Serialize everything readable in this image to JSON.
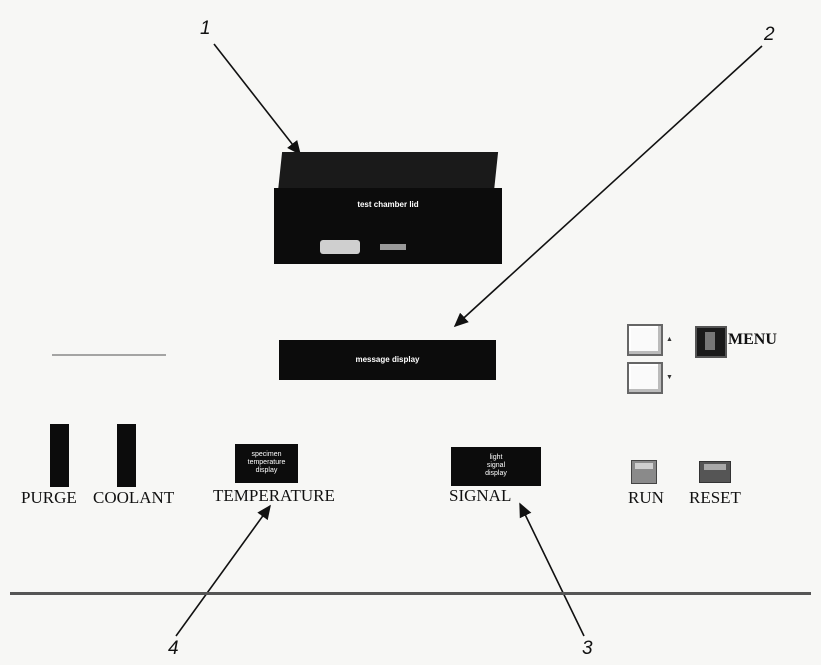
{
  "callouts": {
    "c1": "1",
    "c2": "2",
    "c3": "3",
    "c4": "4"
  },
  "lid": {
    "label": "test chamber lid"
  },
  "message_display": {
    "label": "message display"
  },
  "temperature_display": {
    "line1": "specimen",
    "line2": "temperature",
    "line3": "display"
  },
  "signal_display": {
    "line1": "light",
    "line2": "signal",
    "line3": "display"
  },
  "labels": {
    "purge": "PURGE",
    "coolant": "COOLANT",
    "temperature": "TEMPERATURE",
    "signal": "SIGNAL",
    "run": "RUN",
    "reset": "RESET",
    "menu": "MENU"
  },
  "colors": {
    "panel_black": "#0c0c0c",
    "background": "#f7f7f5"
  }
}
